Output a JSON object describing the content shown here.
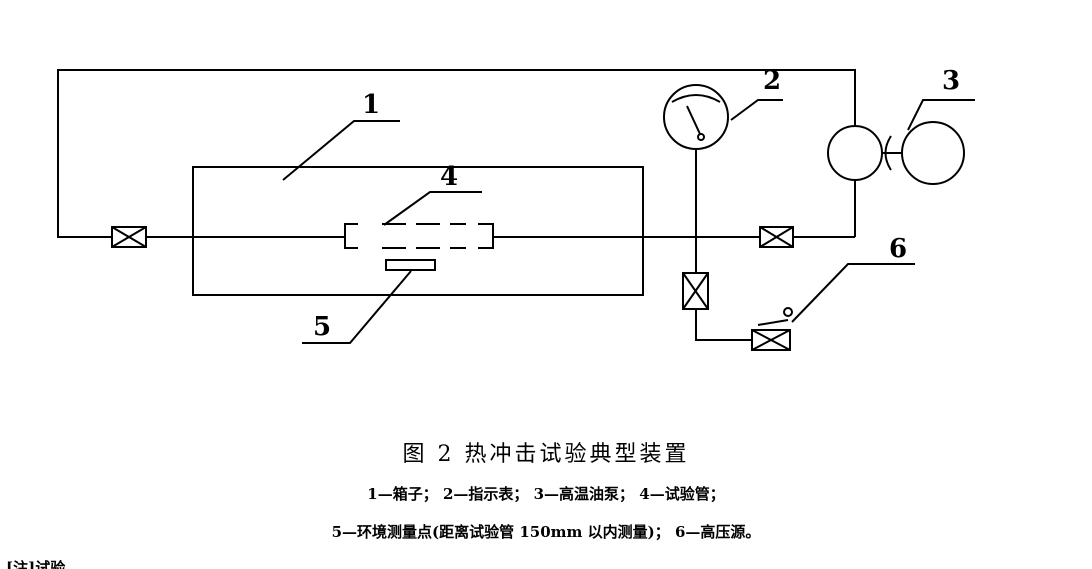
{
  "figure": {
    "title": "图 2   热冲击试验典型装置",
    "legend_line1": "1—箱子；  2—指示表；  3—高温油泵；  4—试验管；",
    "legend_line2": "5—环境测量点(距离试验管 150mm 以内测量)；  6—高压源。",
    "cut_off_text": "[注]试验"
  },
  "labels": [
    "1",
    "2",
    "3",
    "4",
    "5",
    "6"
  ]
}
